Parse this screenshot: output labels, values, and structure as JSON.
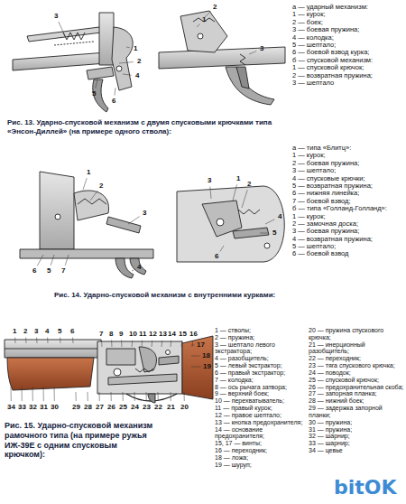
{
  "diagram": {
    "labels": [
      "3",
      "1",
      "2",
      "4",
      "5",
      "6",
      "2",
      "1",
      "3",
      "а — ударный механизм:",
      "1 — курок;",
      "2 — боек;",
      "3 — боевая пружина;",
      "4 — колодка;",
      "5 — шептало;",
      "6 — боевой взвод курка;",
      "б — спусковой механизм:",
      "1 — спусковой крючок;",
      "2 — возвратная пружина;",
      "3 — шептало",
      "Рис. 13. Ударно-спусковой механизм с двумя спусковыми крючками типа «Энсон-Диллей» (на примере одного ствола):",
      "1",
      "2",
      "3",
      "6",
      "5",
      "7",
      "4",
      "3",
      "1",
      "2",
      "4",
      "5",
      "6",
      "а — типа «Блитц»:",
      "1 — курок;",
      "2 — боевая пружина;",
      "3 — шептало;",
      "4 — спусковые крючки;",
      "5 — возвратная пружина;",
      "6 — нижняя линейка;",
      "7 — боевой взвод;",
      "б — типа «Голланд-Голланд»:",
      "1 — курок;",
      "2 — замочная доска;",
      "3 — боевая пружина;",
      "4 — возвратная пружина;",
      "5 — шептало;",
      "6 — боевой взвод",
      "Рис. 14. Ударно-спусковой механизм с внутренними курками:",
      "1",
      "2",
      "3",
      "4",
      "5",
      "6",
      "7",
      "8",
      "9",
      "10",
      "11",
      "12",
      "13",
      "14",
      "15",
      "16",
      "17",
      "18",
      "19",
      "34",
      "33",
      "32",
      "31",
      "30",
      "29",
      "28",
      "27",
      "26",
      "25",
      "24",
      "23",
      "22",
      "21",
      "20",
      "1 — стволы;",
      "2 — пружина;",
      "3 — шептало левого экстрактора;",
      "4 — разобщитель;",
      "5 — левый экстрактор;",
      "6 — правый экстрактор;",
      "7 — колодка;",
      "8 — ось рычага затвора;",
      "9 — верхний боек;",
      "10 — перехватыватель;",
      "11 — правый курок;",
      "12 — правое шептало;",
      "13 — кнопка предохранителя;",
      "14 — основание предохранителя;",
      "15, 17 — винты;",
      "16 — переходник;",
      "18 — ложа;",
      "19 — шуруп;",
      "20 — пружина спускового крючка;",
      "21 — инерционный разобщитель;",
      "22 — переходник;",
      "23 — тяга спускового крючка;",
      "24 — поводок;",
      "25 — спусковой крючок;",
      "26 — предохранительная скоба;",
      "27 — запорная планка;",
      "28 — нижний боек;",
      "29 — задержка запорной планки;",
      "30 — пружина;",
      "31 — пружина;",
      "32 — шарнир;",
      "33 — шарнир;",
      "34 — цевье",
      "Рис. 15. Ударно-спусковой механизм рамочного типа (на примере ружья ИЖ-39Е с одним спусковым крючком):",
      "bitOK"
    ]
  }
}
